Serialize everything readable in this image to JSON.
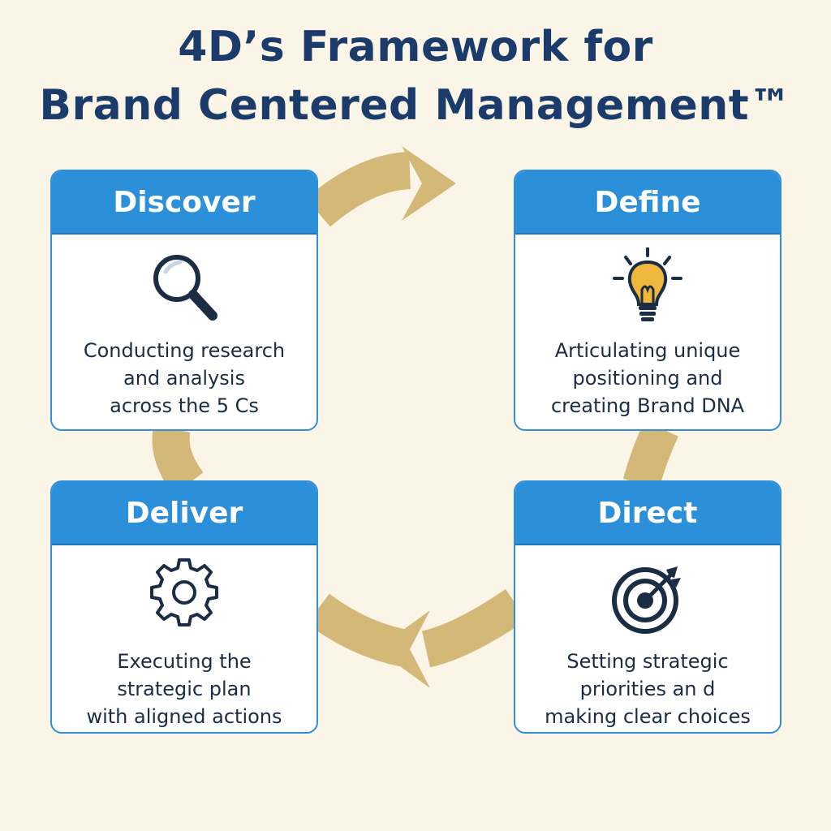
{
  "title": {
    "line1": "4D’s Framework for",
    "line2": "Brand Centered Management™"
  },
  "colors": {
    "background": "#fbf5e8",
    "title": "#1b3c6b",
    "header": "#2b8fd9",
    "arrow": "#d4b877",
    "text": "#1b2d45"
  },
  "steps": [
    {
      "name": "Discover",
      "icon": "magnifying-glass-icon",
      "lines": [
        "Conducting research",
        "and analysis",
        "across the 5 Cs"
      ]
    },
    {
      "name": "Define",
      "icon": "lightbulb-icon",
      "lines": [
        "Articulating unique",
        "positioning and",
        "creating Brand DNA"
      ]
    },
    {
      "name": "Deliver",
      "icon": "gear-icon",
      "lines": [
        "Executing the",
        "strategic plan",
        "with aligned actions"
      ]
    },
    {
      "name": "Direct",
      "icon": "target-icon",
      "lines": [
        "Setting strategic",
        "priorities an d",
        "making clear choices"
      ]
    }
  ]
}
